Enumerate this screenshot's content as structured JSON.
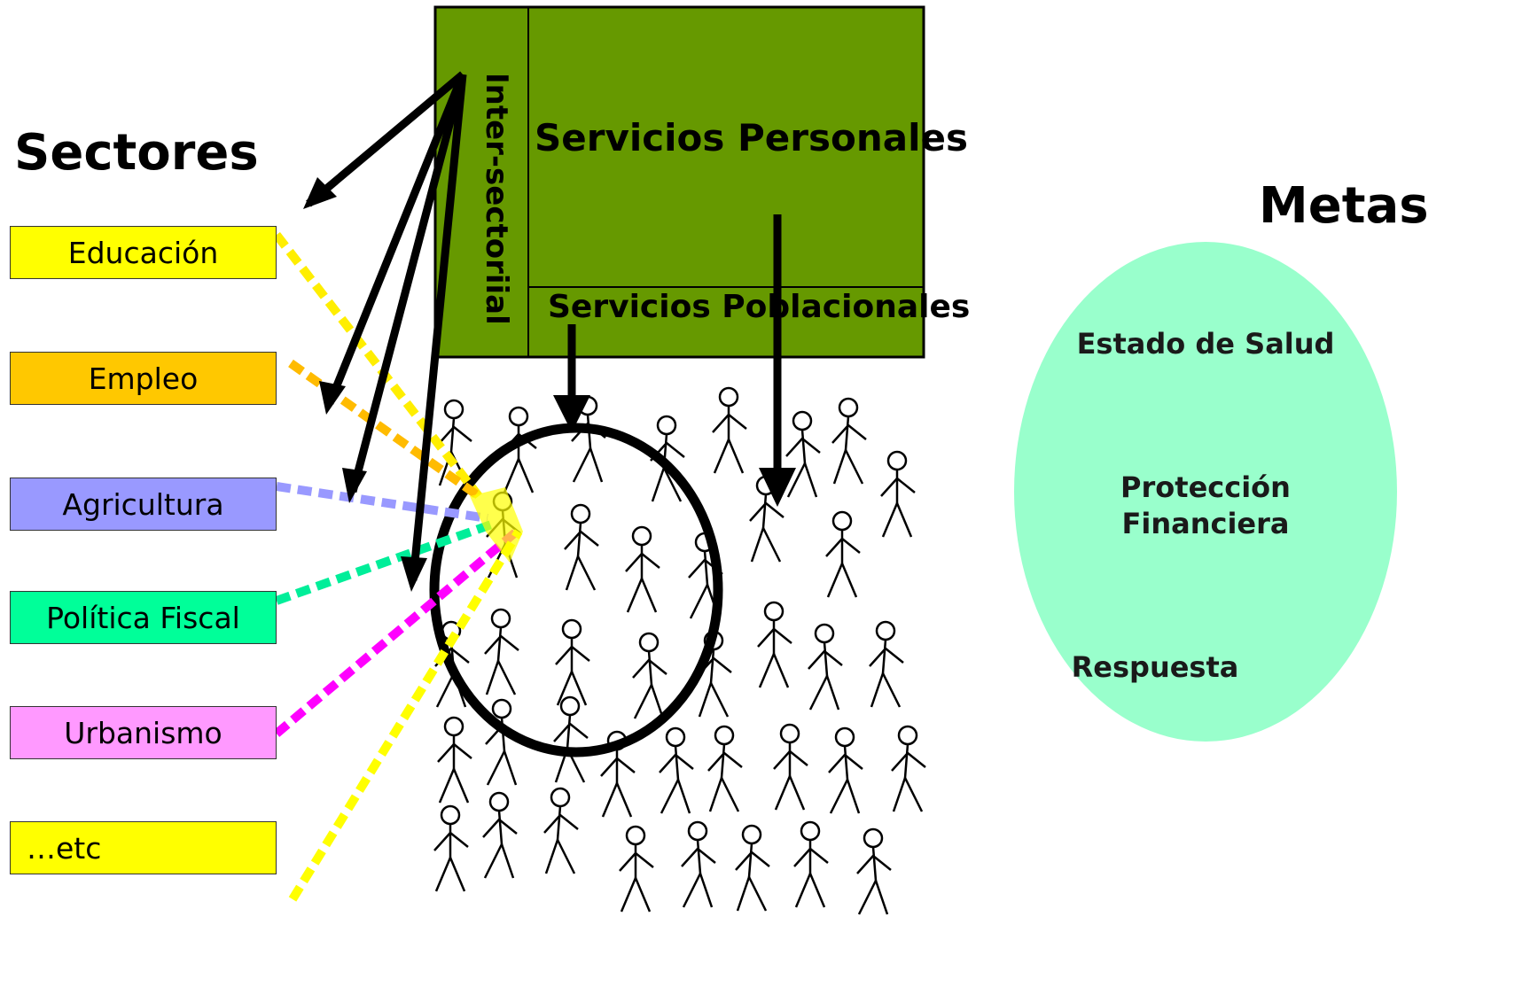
{
  "sectores_title": "Sectores",
  "metas_title": "Metas",
  "sectors": [
    {
      "label": "Educación",
      "color": "#ffff00"
    },
    {
      "label": "Empleo",
      "color": "#ffc800"
    },
    {
      "label": "Agricultura",
      "color": "#9999ff"
    },
    {
      "label": "Política Fiscal",
      "color": "#00ff99"
    },
    {
      "label": "Urbanismo",
      "color": "#ff99ff"
    },
    {
      "label": "…etc",
      "color": "#ffff00"
    }
  ],
  "services": {
    "personales": "Servicios Personales",
    "poblacionales": "Servicios Poblacionales",
    "intersectorial": "Inter-sectoriial",
    "color": "#669900"
  },
  "metas": {
    "salud": "Estado de Salud",
    "proteccion": "Protección Financiera",
    "respuesta": "Respuesta",
    "color": "#99ffcc"
  }
}
